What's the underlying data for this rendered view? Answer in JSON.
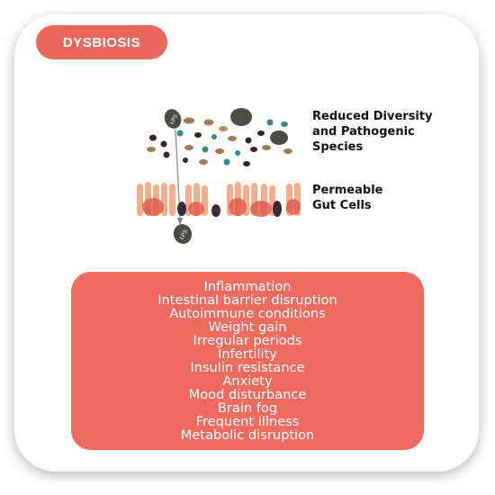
{
  "badge": {
    "label": "DYSBIOSIS"
  },
  "labels": {
    "microbes": [
      "Reduced Diversity",
      "and Pathogenic",
      "Species"
    ],
    "gut": [
      "Permeable",
      "Gut Cells"
    ],
    "lps": "LPS"
  },
  "symptoms": [
    "Inflammation",
    "Intestinal barrier disruption",
    "Autoimmune conditions",
    "Weight gain",
    "Irregular periods",
    "Infertility",
    "Insulin resistance",
    "Anxiety",
    "Mood disturbance",
    "Brain fog",
    "Frequent illness",
    "Metabolic disruption"
  ],
  "colors": {
    "accent": "#e8685c",
    "panel": "#ee6b60",
    "teal": "#2f8c7e",
    "dark": "#3a2428",
    "brown": "#a07a52",
    "villi": "#f2a07a"
  }
}
